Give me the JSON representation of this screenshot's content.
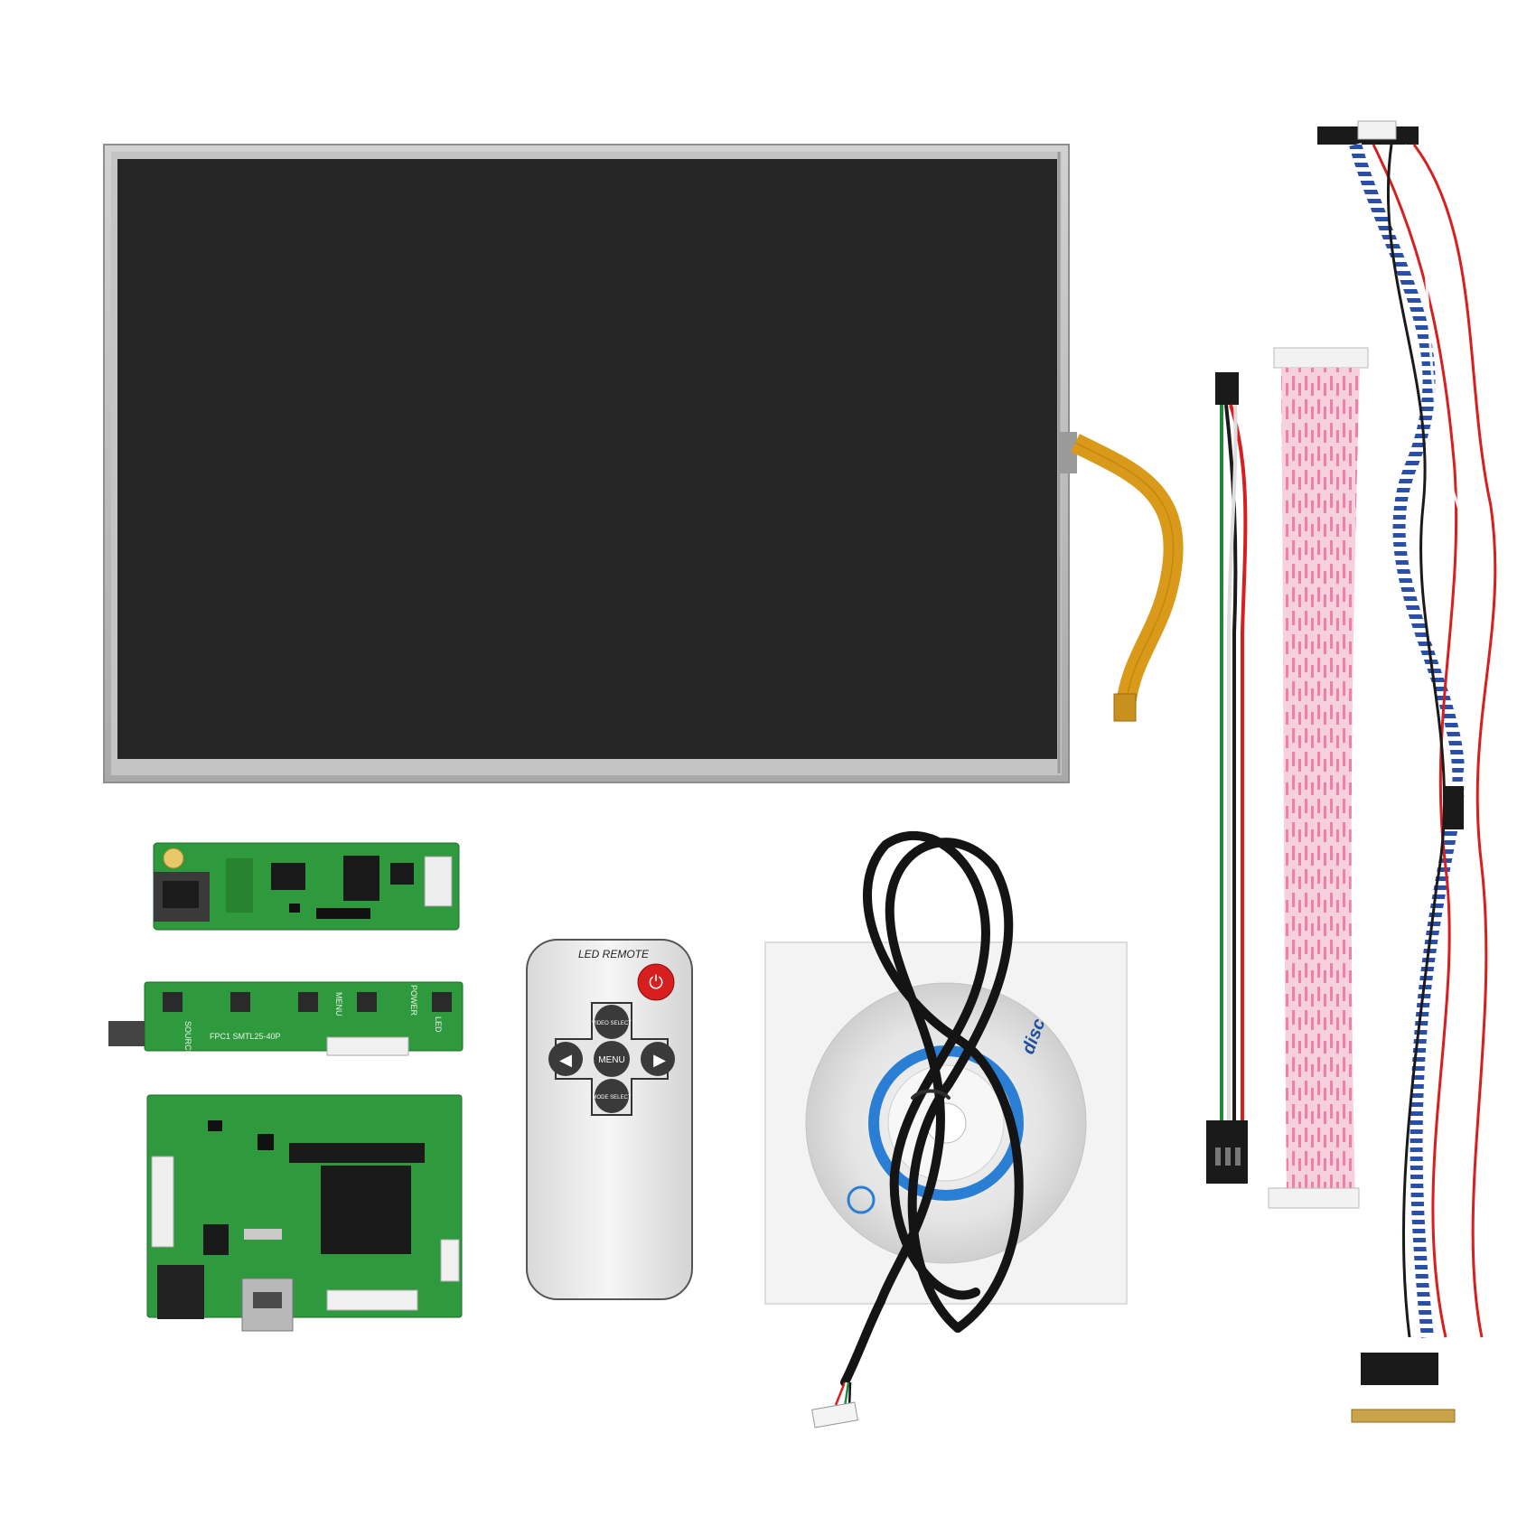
{
  "remote": {
    "title": "LED REMOTE",
    "buttons": {
      "video_select": "VIDEO SELECT",
      "menu": "MENU",
      "mode_select": "MODE SELECT"
    }
  },
  "keypad_board": {
    "silkscreen": {
      "source": "SOURCE",
      "menu": "MENU",
      "power": "POWER",
      "led": "LED",
      "part_no": "FPC1 SMTL25-40P"
    }
  },
  "cd_disc": {
    "logo_text": "disc"
  },
  "colors": {
    "lcd_glass": "#262626",
    "lcd_frame": "#b9b9b9",
    "pcb_green": "#2f9a3d",
    "remote_body": "#eeeeee",
    "power_button": "#d81f1f",
    "fpc_amber": "#d99a1a",
    "ribbon_pink": "#f29ab8",
    "cable_black": "#141414",
    "disc_blue": "#2a7fd4"
  },
  "icons": [
    "power-icon",
    "left-arrow-icon",
    "right-arrow-icon"
  ]
}
